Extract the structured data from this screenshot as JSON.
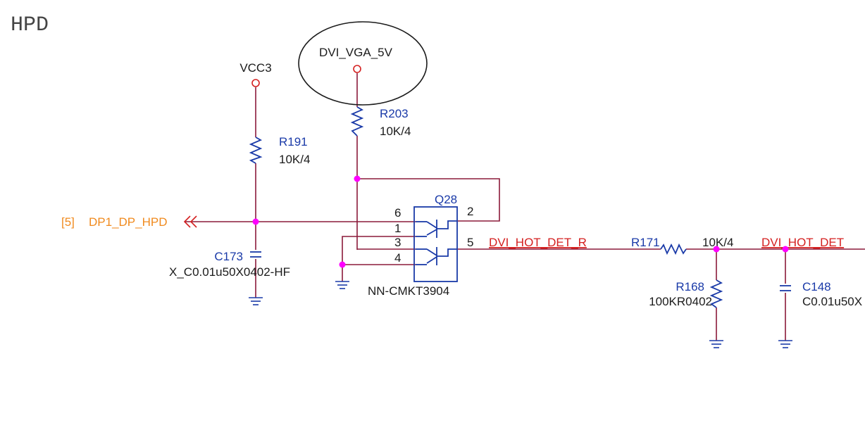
{
  "title": "HPD",
  "colors": {
    "wire": "#8b1a3a",
    "component": "#1a3aa8",
    "net_label": "#d42020",
    "offpage": "#f08a1e",
    "junction": "#ff00ff",
    "text": "#1b1b1b"
  },
  "power": {
    "vcc3": "VCC3",
    "dvi_vga_5v": "DVI_VGA_5V"
  },
  "offpage_connector": {
    "sheet_ref": "[5]",
    "net": "DP1_DP_HPD"
  },
  "components": {
    "r191": {
      "ref": "R191",
      "value": "10K/4"
    },
    "r203": {
      "ref": "R203",
      "value": "10K/4"
    },
    "c173": {
      "ref": "C173",
      "value": "X_C0.01u50X0402-HF"
    },
    "q28": {
      "ref": "Q28",
      "value": "NN-CMKT3904",
      "pins": {
        "p1": "1",
        "p2": "2",
        "p3": "3",
        "p4": "4",
        "p5": "5",
        "p6": "6"
      }
    },
    "r171": {
      "ref": "R171",
      "value": "10K/4"
    },
    "r168": {
      "ref": "R168",
      "value": "100KR0402"
    },
    "c148": {
      "ref": "C148",
      "value": "C0.01u50X"
    }
  },
  "nets": {
    "dvi_hot_det_r": "DVI_HOT_DET_R",
    "dvi_hot_det": "DVI_HOT_DET"
  }
}
